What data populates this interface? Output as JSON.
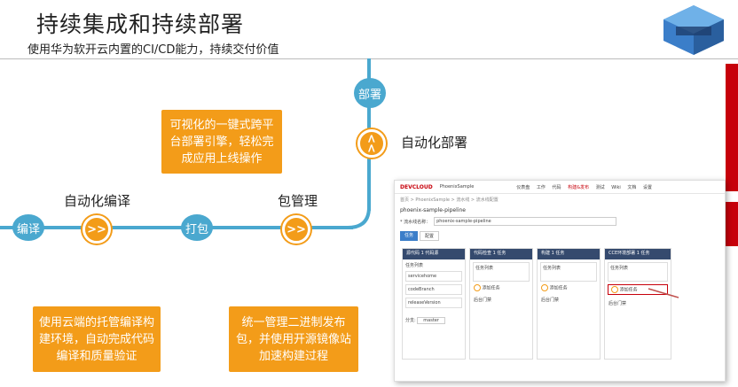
{
  "header": {
    "title": "持续集成和持续部署",
    "subtitle": "使用华为软开云内置的CI/CD能力，持续交付价值"
  },
  "pipeline": {
    "pills": {
      "compile": "编译",
      "package": "打包",
      "deploy": "部署"
    },
    "stages": {
      "auto_compile": "自动化编译",
      "package_mgmt": "包管理",
      "auto_deploy": "自动化部署"
    },
    "node_icon": ">>"
  },
  "boxes": {
    "deploy_desc": "可视化的一键式跨平台部署引擎，轻松完成应用上线操作",
    "compile_desc": "使用云端的托管编译构建环境，自动完成代码编译和质量验证",
    "package_desc": "统一管理二进制发布包，并使用开源镜像站加速构建过程"
  },
  "embedded": {
    "logo": "DEVCLOUD",
    "project": "PhoenixSample",
    "nav": [
      "仪表盘",
      "工作",
      "代码",
      "构建&发布",
      "测试",
      "Wiki",
      "文档",
      "设置"
    ],
    "breadcrumb": "首页 > PhoenixSample > 流水线 > 流水线配置",
    "pipeline_name": "phoenix-sample-pipeline",
    "pipeline_name_label": "* 流水线名称：",
    "tabs": [
      "任务",
      "配置"
    ],
    "columns": [
      {
        "name": "源代码",
        "sub": "1 代码源"
      },
      {
        "name": "代码检查",
        "sub": "1 任务"
      },
      {
        "name": "构建",
        "sub": "1 任务"
      },
      {
        "name": "CCE环境部署",
        "sub": "1 任务"
      }
    ],
    "repos": [
      "servicehome",
      "codeBranch",
      "releaseVersion"
    ],
    "task_title": "任务列表",
    "add_task": "添加任务",
    "gate": "后台门禁",
    "branch_label": "分支",
    "branch_value": "master"
  }
}
